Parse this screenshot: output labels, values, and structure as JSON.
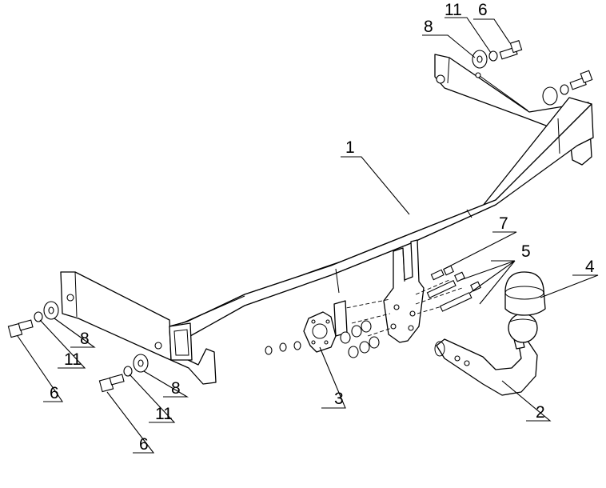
{
  "labels": {
    "beam": "1",
    "ball_arm": "2",
    "socket_plate": "3",
    "ball_cover": "4",
    "arm_bolts": "5",
    "side_bolt_left": "6",
    "side_bolt_lower": "6",
    "side_bolt_top": "6",
    "top_bolt": "7",
    "washer_left": "8",
    "washer_lower": "8",
    "washer_top": "8",
    "lockwasher_left": "11",
    "lockwasher_lower": "11",
    "lockwasher_top": "11"
  }
}
